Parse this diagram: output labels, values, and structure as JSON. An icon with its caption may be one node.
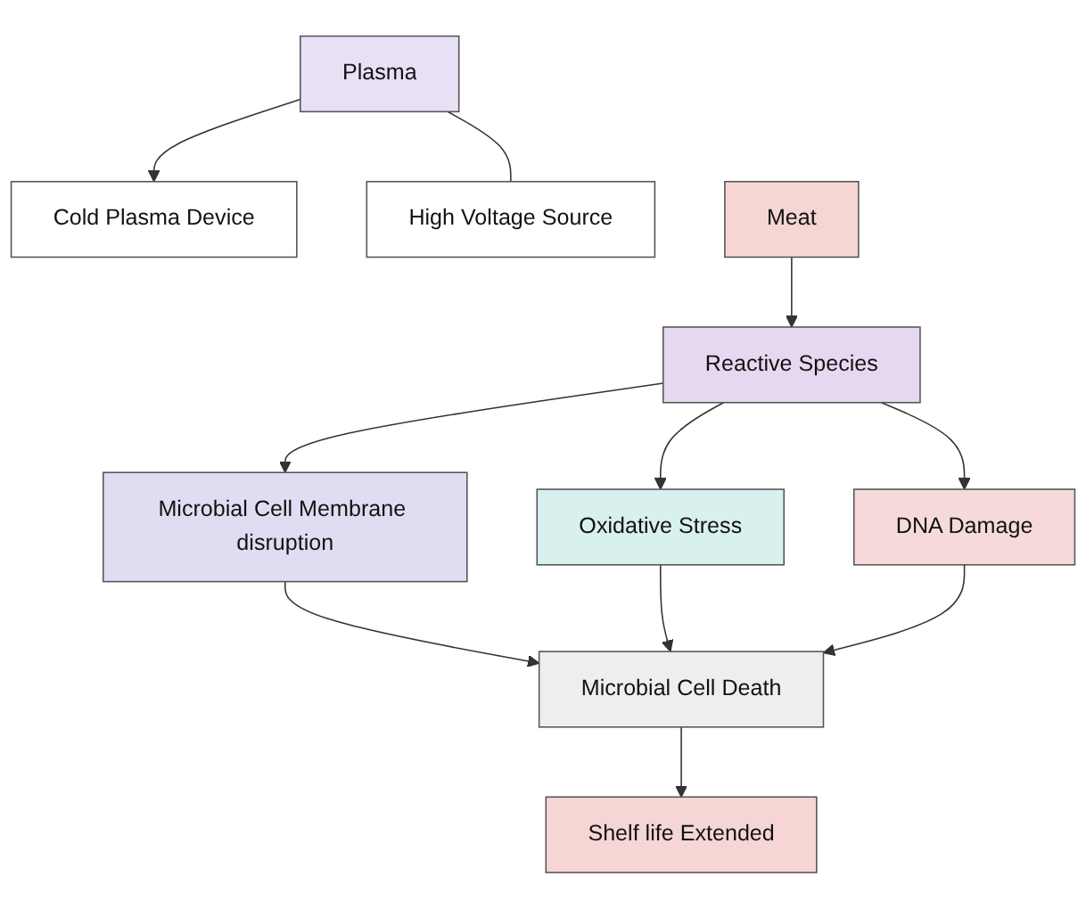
{
  "diagram": {
    "nodes": [
      {
        "text": [
          "Cold Plasma Device"
        ]
      },
      {
        "text": [
          "Plasma"
        ]
      },
      {
        "text": [
          "High Voltage Source"
        ]
      },
      {
        "text": [
          "Meat"
        ]
      },
      {
        "text": [
          "Reactive Species"
        ]
      },
      {
        "text": [
          "Microbial Cell Membrane disruption"
        ]
      },
      {
        "text": [
          "Oxidative Stress"
        ]
      },
      {
        "text": [
          "DNA Damage"
        ]
      },
      {
        "text": [
          "Microbial Cell Death"
        ]
      },
      {
        "text": [
          "Shelf life Extended"
        ]
      }
    ],
    "edges": [
      {
        "from": 1,
        "to": 0,
        "arrow": "to"
      },
      {
        "from": 1,
        "to": 2,
        "arrow": "none"
      },
      {
        "from": 3,
        "to": 4,
        "arrow": "to"
      },
      {
        "from": 4,
        "to": 5,
        "arrow": "to"
      },
      {
        "from": 4,
        "to": 6,
        "arrow": "to"
      },
      {
        "from": 4,
        "to": 7,
        "arrow": "to"
      },
      {
        "from": 5,
        "to": 8,
        "arrow": "to"
      },
      {
        "from": 6,
        "to": 8,
        "arrow": "to"
      },
      {
        "from": 7,
        "to": 8,
        "arrow": "to"
      },
      {
        "from": 8,
        "to": 9,
        "arrow": "to"
      }
    ]
  }
}
